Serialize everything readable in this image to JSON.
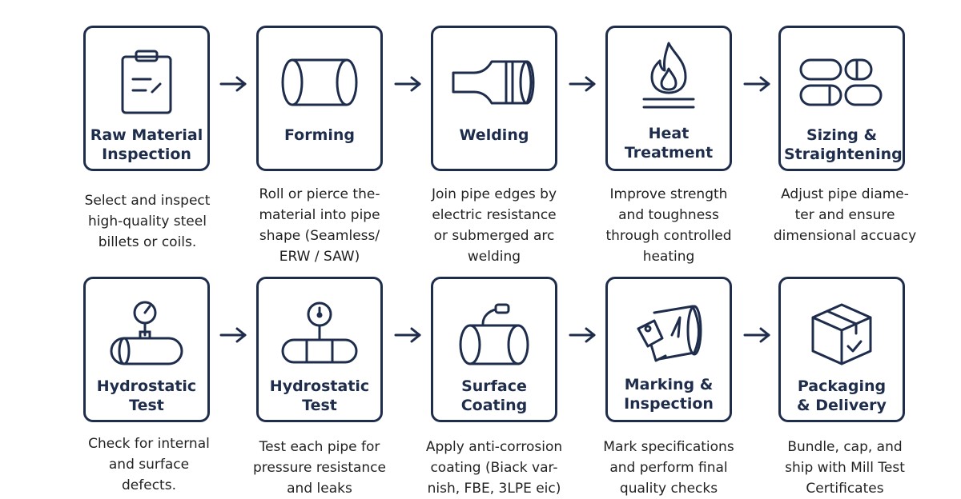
{
  "colors": {
    "stroke": "#1f2d4d",
    "text": "#222222",
    "background": "#ffffff"
  },
  "steps": [
    {
      "title": "Raw Material\nInspection",
      "icon": "clipboard-icon",
      "description": "Select and inspect\nhigh-quality steel\nbillets or coils."
    },
    {
      "title": "Forming",
      "icon": "pipe-icon",
      "description": "Roll or pierce the-\nmaterial into pipe\nshape (Seamless/\nERW / SAW)"
    },
    {
      "title": "Welding",
      "icon": "welded-pipe-icon",
      "description": "Join pipe edges by\nelectric resistance\nor submerged arc\nwelding"
    },
    {
      "title": "Heat\nTreatment",
      "icon": "flame-icon",
      "description": "Improve strength\nand toughness\nthrough controlled\nheating"
    },
    {
      "title": "Sizing &\nStraightening",
      "icon": "pipes-stack-icon",
      "description": "Adjust pipe diame-\nter and ensure\ndimensional accuacy"
    },
    {
      "title": "Hydrostatic\nTest",
      "icon": "pressure-gauge-pipe-icon",
      "description": "Check for internal\nand surface\ndefects."
    },
    {
      "title": "Hydrostatic\nTest",
      "icon": "gauge-on-pipes-icon",
      "description": "Test each pipe for\npressure resistance\nand leaks"
    },
    {
      "title": "Surface\nCoating",
      "icon": "coating-pipe-icon",
      "description": "Apply anti-corrosion\ncoating (Biack var-\nnish, FBE, 3LPE eic)"
    },
    {
      "title": "Marking &\nInspection",
      "icon": "marking-tag-icon",
      "description": "Mark specifications\nand perform final\nquality checks"
    },
    {
      "title": "Packaging\n& Delivery",
      "icon": "package-box-icon",
      "description": "Bundle, cap, and\nship with Mill Test\nCertificates"
    }
  ]
}
